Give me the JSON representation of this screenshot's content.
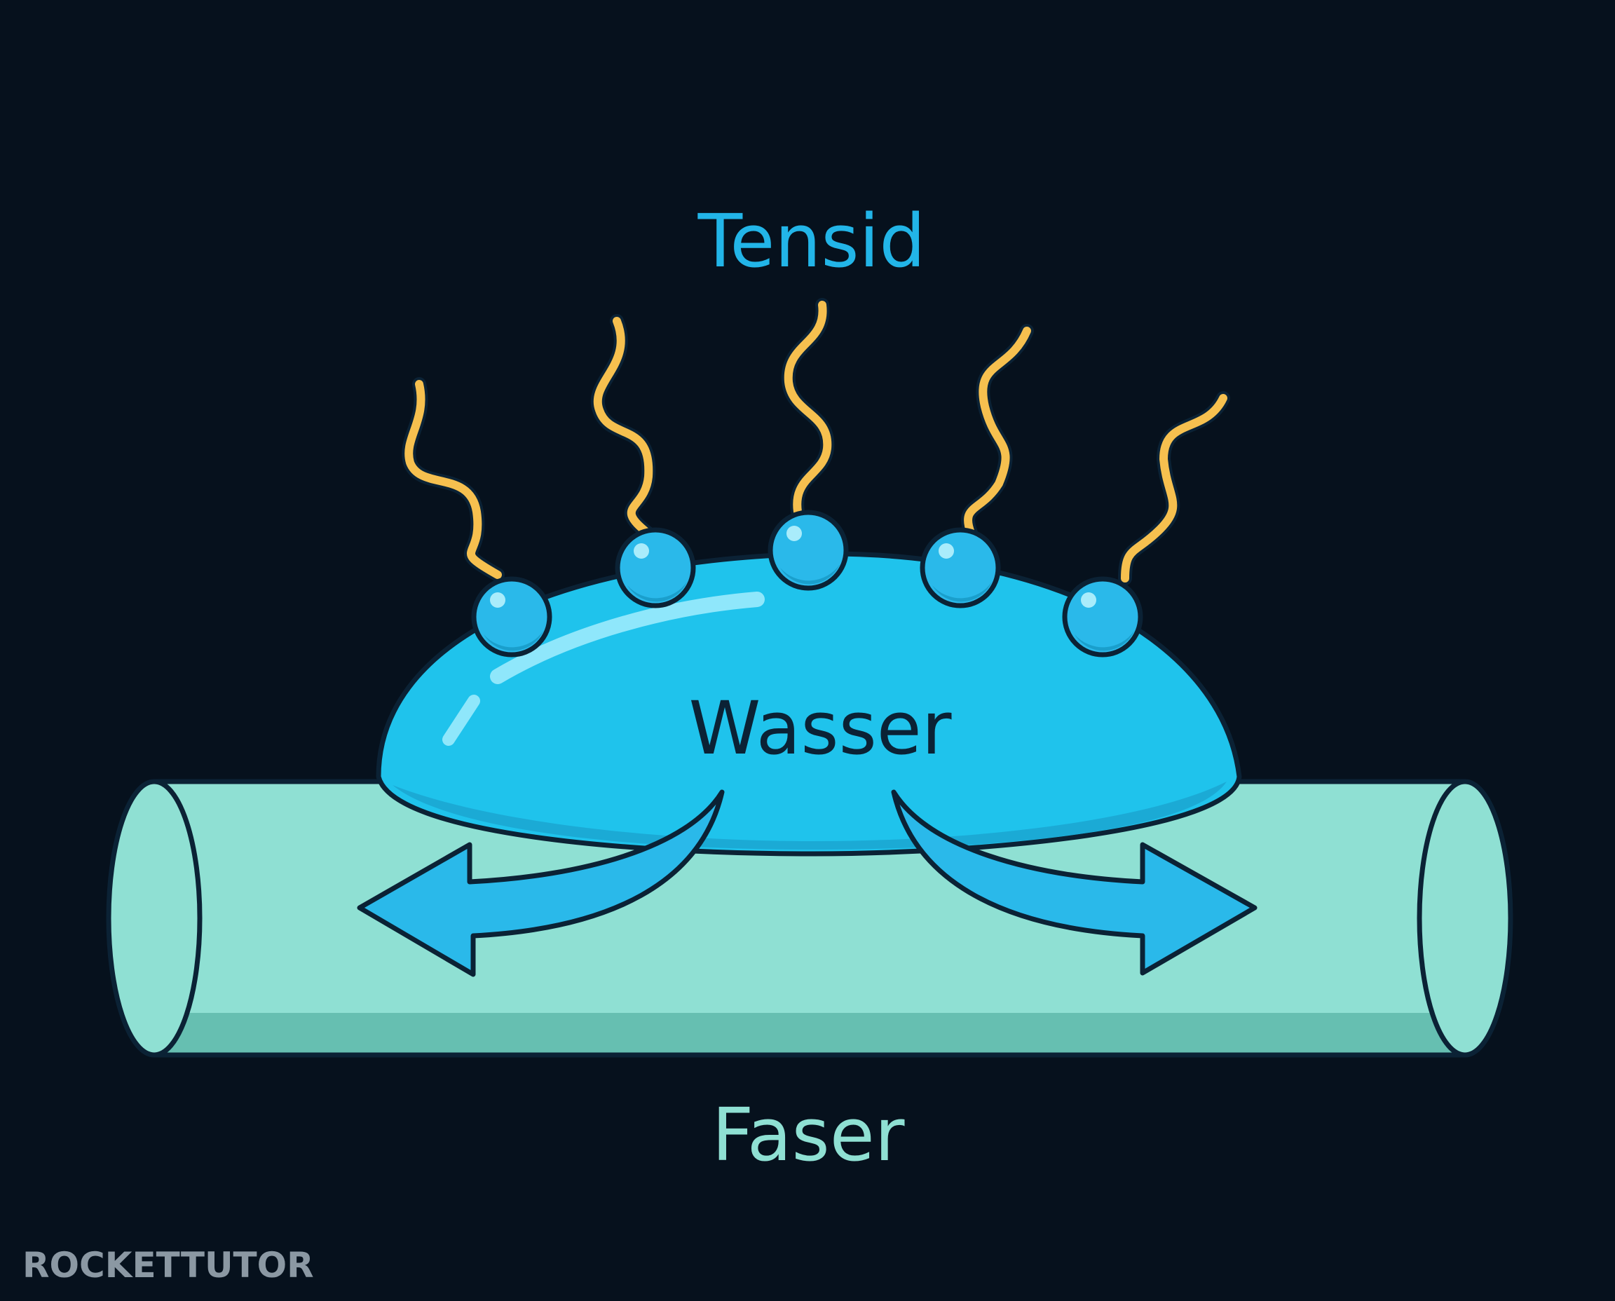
{
  "labels": {
    "surfactant": "Tensid",
    "water": "Wasser",
    "fiber": "Faser"
  },
  "brand": {
    "logo_text": "ROCKETTUTOR"
  },
  "colors": {
    "background": "#06111d",
    "surfactant_label": "#22b5e8",
    "water_fill": "#1fc3ec",
    "water_label": "#0b2235",
    "fiber_fill": "#8fe0d3",
    "fiber_shadow": "#66bfb1",
    "fiber_label": "#8fe0d3",
    "tail": "#f6c04f",
    "outline": "#0b2235",
    "logo": "#8b98a3"
  },
  "icons": {
    "arrows": "spreading-arrow-icon",
    "molecule_head": "hydrophilic-head-icon",
    "molecule_tail": "hydrophobic-tail-icon"
  }
}
